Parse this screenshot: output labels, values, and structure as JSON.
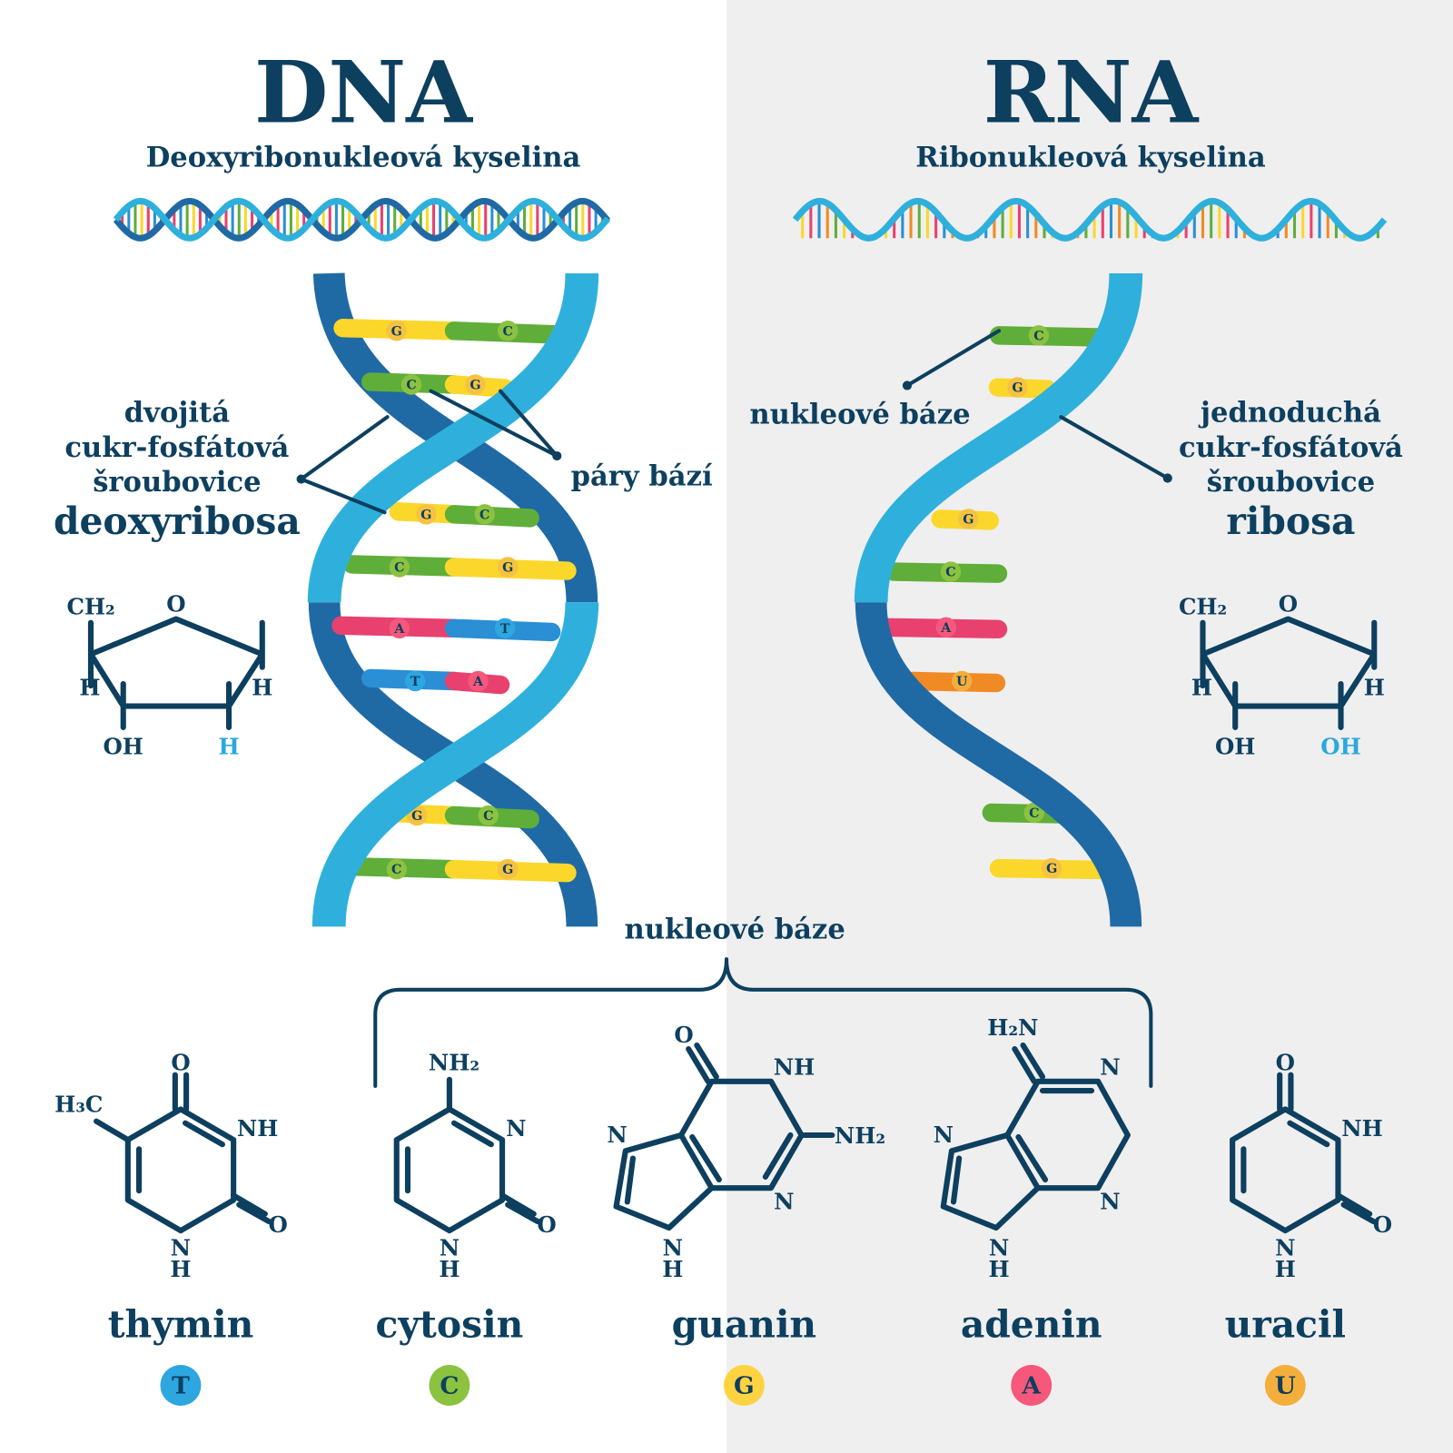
{
  "dna": {
    "title": "DNA",
    "subtitle": "Deoxyribonukleová kyselina",
    "backbone_label": [
      "dvojitá",
      "cukr-fosfátová",
      "šroubovice"
    ],
    "sugar_name": "deoxyribosa",
    "pairs_label": "páry bází",
    "sugar_atoms": {
      "ch2": "CH₂",
      "o": "O",
      "h_left": "H",
      "h_right": "H",
      "oh": "OH",
      "h_bottom": "H"
    },
    "rungs": [
      {
        "left": "G",
        "right": "C"
      },
      {
        "left": "C",
        "right": "G"
      },
      {
        "left": "G",
        "right": "C"
      },
      {
        "left": "C",
        "right": "G"
      },
      {
        "left": "A",
        "right": "T"
      },
      {
        "left": "T",
        "right": "A"
      },
      {
        "left": "G",
        "right": "C"
      },
      {
        "left": "C",
        "right": "G"
      }
    ]
  },
  "rna": {
    "title": "RNA",
    "subtitle": "Ribonukleová kyselina",
    "bases_label": "nukleové báze",
    "backbone_label": [
      "jednoduchá",
      "cukr-fosfátová",
      "šroubovice"
    ],
    "sugar_name": "ribosa",
    "sugar_atoms": {
      "ch2": "CH₂",
      "o": "O",
      "h_left": "H",
      "h_right": "H",
      "oh": "OH",
      "oh_bottom": "OH"
    },
    "rungs": [
      "C",
      "G",
      "G",
      "C",
      "A",
      "U",
      "C",
      "G"
    ]
  },
  "bases_brace_label": "nukleové báze",
  "bases": [
    {
      "name": "thymin",
      "letter": "T",
      "color": "#2ea6e0",
      "atoms": [
        "O",
        "H₃C",
        "NH",
        "O",
        "N",
        "H"
      ]
    },
    {
      "name": "cytosin",
      "letter": "C",
      "color": "#8bc23f",
      "atoms": [
        "NH₂",
        "N",
        "O",
        "N",
        "H"
      ]
    },
    {
      "name": "guanin",
      "letter": "G",
      "color": "#fdd341",
      "atoms": [
        "O",
        "NH",
        "NH₂",
        "N",
        "N",
        "N",
        "H"
      ]
    },
    {
      "name": "adenin",
      "letter": "A",
      "color": "#f5587a",
      "atoms": [
        "H₂N",
        "N",
        "N",
        "N",
        "N",
        "H"
      ]
    },
    {
      "name": "uracil",
      "letter": "U",
      "color": "#f4ae3c",
      "atoms": [
        "O",
        "NH",
        "O",
        "N",
        "H"
      ]
    }
  ],
  "colors": {
    "navy": "#0d3f5f",
    "G": "#fbd72b",
    "C": "#5fae3a",
    "A": "#e8416f",
    "T": "#2a8fd4",
    "U": "#f08a24",
    "strand_dark": "#1f6aa5",
    "strand_light": "#2fb0dc",
    "rna_bg": "#efefef"
  }
}
